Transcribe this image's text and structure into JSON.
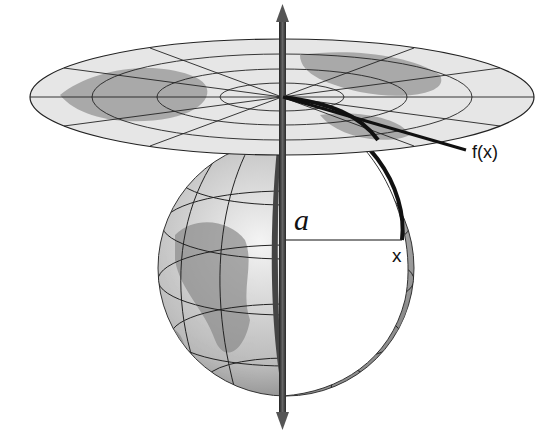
{
  "diagram": {
    "labels": [
      "a",
      "x",
      "f(x)"
    ]
  }
}
